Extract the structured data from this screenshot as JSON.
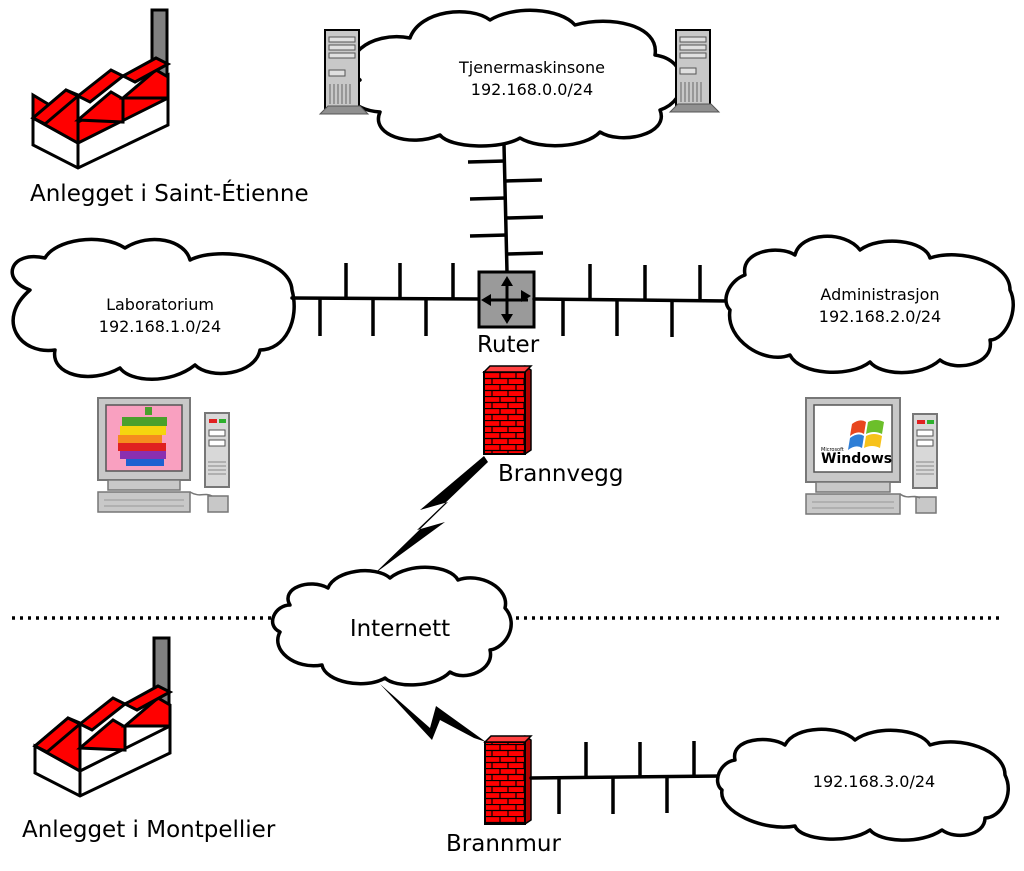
{
  "sites": {
    "main": "Anlegget i Saint-Étienne",
    "remote": "Anlegget i Montpellier"
  },
  "networks": {
    "server_zone": {
      "name": "Tjenermaskinsone",
      "subnet": "192.168.0.0/24"
    },
    "lab": {
      "name": "Laboratorium",
      "subnet": "192.168.1.0/24"
    },
    "admin": {
      "name": "Administrasjon",
      "subnet": "192.168.2.0/24"
    },
    "remote": {
      "subnet": "192.168.3.0/24"
    },
    "internet": {
      "name": "Internett"
    }
  },
  "devices": {
    "router": "Ruter",
    "firewall_main": "Brannvegg",
    "firewall_remote": "Brannmur"
  },
  "computers": {
    "admin_logo_small": "Microsoft",
    "admin_logo": "Windows"
  },
  "colors": {
    "firewall": "#ff0000",
    "factory_roof": "#ff0000",
    "router": "#9a9a9a",
    "server": "#c8c8c8"
  },
  "icons": [
    "factory-icon",
    "server-icon",
    "router-icon",
    "firewall-icon",
    "computer-icon",
    "apple-logo-icon",
    "windows-logo-icon",
    "lightning-link-icon"
  ]
}
